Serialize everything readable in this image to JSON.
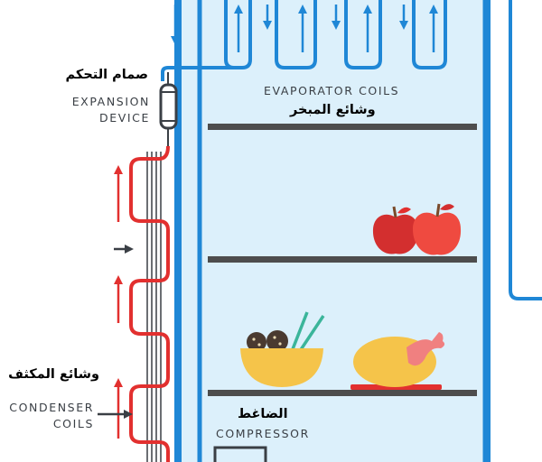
{
  "labels": {
    "expansion_ar": "صمام التحكم",
    "expansion_en_1": "EXPANSION",
    "expansion_en_2": "DEVICE",
    "evaporator_en": "EVAPORATOR COILS",
    "evaporator_ar": "وشائع المبخر",
    "condenser_ar": "وشائع المكثف",
    "condenser_en_1": "CONDENSER",
    "condenser_en_2": "COILS",
    "compressor_ar": "الضاغط",
    "compressor_en": "COMPRESSOR"
  },
  "colors": {
    "fridge_fill": "#dcf0fb",
    "cabinet_blue": "#1f87d6",
    "pipe_blue": "#1f87d6",
    "hot_pipe": "#e2302f",
    "shelf": "#4d4d4d",
    "bowl": "#f5c44a",
    "chicken": "#f5c44a",
    "apple": "#e53935"
  },
  "icons": [
    "up-arrow-icon",
    "down-arrow-icon",
    "right-arrow-icon",
    "apple-icon",
    "bowl-icon",
    "chopsticks-icon",
    "roast-chicken-icon"
  ]
}
